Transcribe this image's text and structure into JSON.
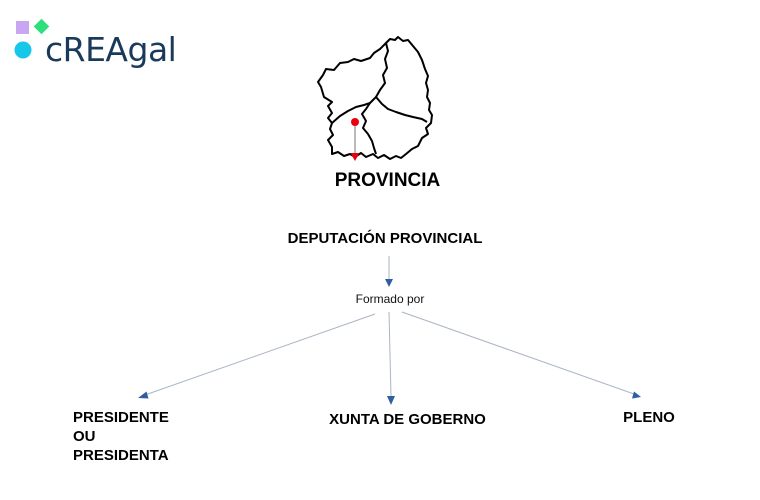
{
  "brand": {
    "logo_text": "cREAgal",
    "colors": {
      "purple": "#c9a6f2",
      "green": "#2ee07a",
      "cyan": "#16c7ea",
      "navy": "#1a3a5c"
    }
  },
  "map": {
    "icon": "galicia-provinces-map-icon",
    "marker_color": "#e8000b"
  },
  "diagram": {
    "title": "PROVINCIA",
    "root": "DEPUTACIÓN PROVINCIAL",
    "connector": "Formado por",
    "nodes": {
      "left": "PRESIDENTE OU PRESIDENTA",
      "center": "XUNTA DE GOBERNO",
      "right": "PLENO"
    },
    "arrow_color": "#2f5f9e"
  }
}
